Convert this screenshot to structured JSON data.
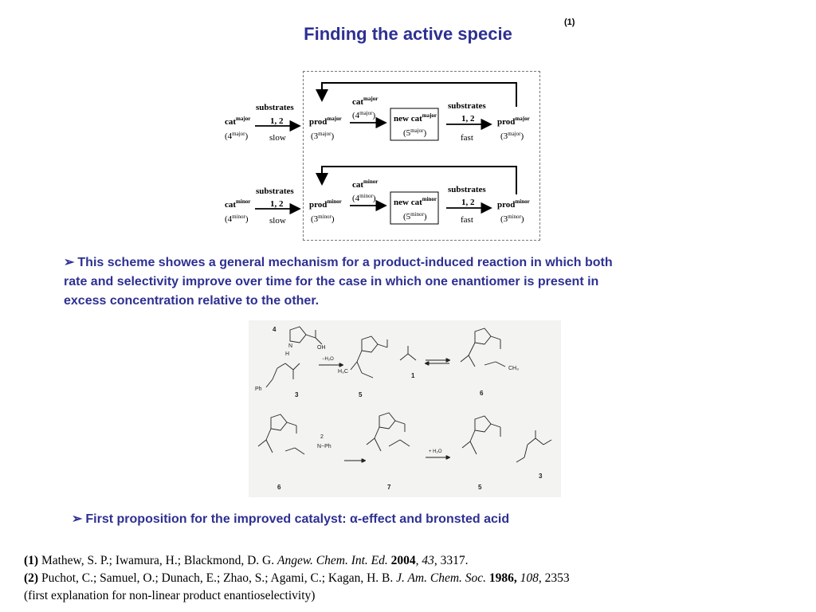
{
  "title": "Finding the active specie",
  "title_ref": "(1)",
  "scheme": {
    "rows": [
      {
        "start_cat": "cat",
        "start_cat_sup": "major",
        "start_num": "(4",
        "start_num_sup": "major",
        "start_close": ")",
        "sub_label": "substrates",
        "sub_nums": "1, 2",
        "speed1": "slow",
        "prod": "prod",
        "prod_sup": "major",
        "prod_num": "(3",
        "prod_num_sup": "major",
        "prod_close": ")",
        "mid_cat": "cat",
        "mid_cat_sup": "major",
        "mid_num": "(4",
        "mid_num_sup": "major",
        "mid_close": ")",
        "new_cat": "new cat",
        "new_cat_sup": "major",
        "new_num": "(5",
        "new_num_sup": "major",
        "new_close": ")",
        "sub_label2": "substrates",
        "sub_nums2": "1, 2",
        "speed2": "fast",
        "end_prod": "prod",
        "end_prod_sup": "major",
        "end_num": "(3",
        "end_num_sup": "major",
        "end_close": ")"
      },
      {
        "start_cat": "cat",
        "start_cat_sup": "minor",
        "start_num": "(4",
        "start_num_sup": "minor",
        "start_close": ")",
        "sub_label": "substrates",
        "sub_nums": "1, 2",
        "speed1": "slow",
        "prod": "prod",
        "prod_sup": "minor",
        "prod_num": "(3",
        "prod_num_sup": "minor",
        "prod_close": ")",
        "mid_cat": "cat",
        "mid_cat_sup": "minor",
        "mid_num": "(4",
        "mid_num_sup": "minor",
        "mid_close": ")",
        "new_cat": "new cat",
        "new_cat_sup": "minor",
        "new_num": "(5",
        "new_num_sup": "minor",
        "new_close": ")",
        "sub_label2": "substrates",
        "sub_nums2": "1, 2",
        "speed2": "fast",
        "end_prod": "prod",
        "end_prod_sup": "minor",
        "end_num": "(3",
        "end_num_sup": "minor",
        "end_close": ")"
      }
    ]
  },
  "note1": {
    "bullet": "➢",
    "line1": "This scheme showes a general mechanism for a product-induced reaction in which both",
    "line2": "rate and selectivity improve over time for the case in which one enantiomer is present in",
    "line3": "excess concentration relative to the other."
  },
  "mechanism": {
    "labels": [
      "4",
      "3",
      "5",
      "1",
      "6",
      "6",
      "7",
      "5",
      "3"
    ],
    "atoms": [
      "N",
      "H",
      "O",
      "OH",
      "H₃C",
      "Ph",
      "H",
      "−H₂O",
      "+ H₂O",
      "2",
      "N−Ph",
      "CH₃"
    ]
  },
  "note2": {
    "bullet": "➢",
    "text": "First proposition for the improved catalyst: α-effect and bronsted acid"
  },
  "refs": {
    "r1_num": "(1)",
    "r1_authors": " Mathew, S. P.; Iwamura, H.; Blackmond, D. G. ",
    "r1_journal": "Angew. Chem. Int. Ed.",
    "r1_year": "2004",
    "r1_sep1": ", ",
    "r1_vol": "43",
    "r1_pages": ", 3317.",
    "r2_num": "(2)",
    "r2_authors": " Puchot, C.; Samuel, O.; Dunach, E.; Zhao, S.; Agami, C.; Kagan, H. B. ",
    "r2_journal": "J. Am. Chem. Soc.",
    "r2_year": "1986,",
    "r2_vol": "108",
    "r2_pages": ", 2353",
    "r3": "(first explanation for non-linear product enantioselectivity)"
  }
}
